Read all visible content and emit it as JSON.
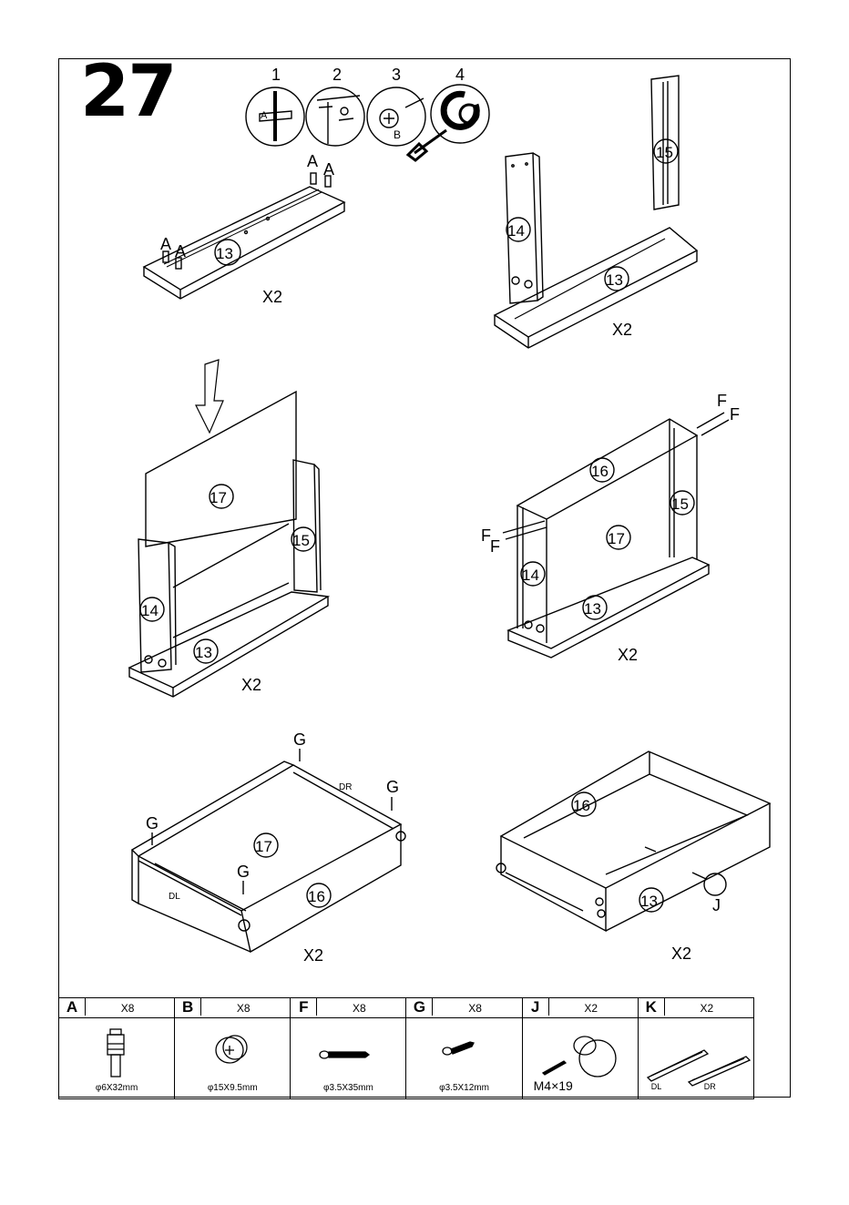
{
  "step_number": "27",
  "sub_steps": [
    "1",
    "2",
    "3",
    "4"
  ],
  "sub_step_letters": {
    "a": "A",
    "b": "B"
  },
  "panels": {
    "p1": {
      "part": "13",
      "hw": "A",
      "count": "X2"
    },
    "p2": {
      "parts": [
        "14",
        "15",
        "13"
      ],
      "count": "X2"
    },
    "p3": {
      "parts": [
        "17",
        "15",
        "14",
        "13"
      ],
      "count": "X2"
    },
    "p4": {
      "parts": [
        "16",
        "15",
        "17",
        "14",
        "13"
      ],
      "hw": "F",
      "count": "X2"
    },
    "p5": {
      "parts": [
        "17",
        "16"
      ],
      "hw": "G",
      "rail_dl": "DL",
      "rail_dr": "DR",
      "count": "X2"
    },
    "p6": {
      "parts": [
        "16",
        "13"
      ],
      "hw": "J",
      "count": "X2"
    }
  },
  "hardware": [
    {
      "letter": "A",
      "qty": "X8",
      "spec": "φ6X32mm"
    },
    {
      "letter": "B",
      "qty": "X8",
      "spec": "φ15X9.5mm"
    },
    {
      "letter": "F",
      "qty": "X8",
      "spec": "φ3.5X35mm"
    },
    {
      "letter": "G",
      "qty": "X8",
      "spec": "φ3.5X12mm"
    },
    {
      "letter": "J",
      "qty": "X2",
      "spec": "M4×19"
    },
    {
      "letter": "K",
      "qty": "X2",
      "spec": "",
      "dl": "DL",
      "dr": "DR"
    }
  ]
}
